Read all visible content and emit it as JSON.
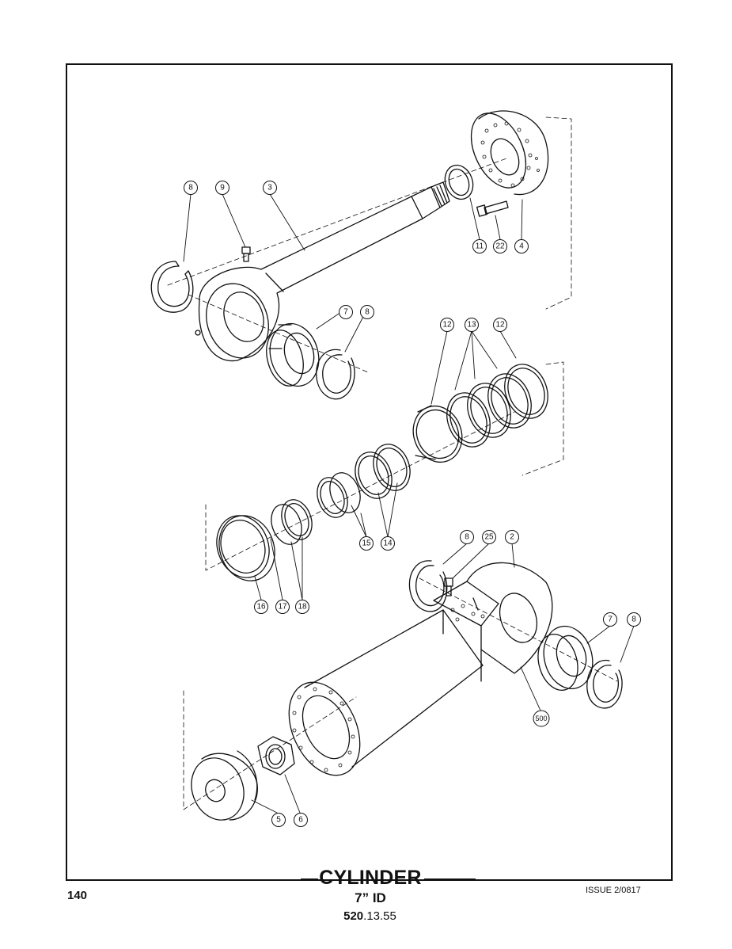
{
  "footer": {
    "title": "CYLINDER",
    "subtitle": "7” ID",
    "part_number_bold": "520",
    "part_number_rest": ".13.55",
    "page_number": "140",
    "issue": "ISSUE 2/0817"
  },
  "callouts": {
    "c8a": "8",
    "c9": "9",
    "c3": "3",
    "c11": "11",
    "c22": "22",
    "c4": "4",
    "c7a": "7",
    "c8b": "8",
    "c12a": "12",
    "c13": "13",
    "c12b": "12",
    "c15": "15",
    "c14": "14",
    "c16": "16",
    "c17": "17",
    "c18": "18",
    "c8c": "8",
    "c25": "25",
    "c2": "2",
    "c7b": "7",
    "c8d": "8",
    "c500": "500",
    "c5": "5",
    "c6": "6"
  }
}
